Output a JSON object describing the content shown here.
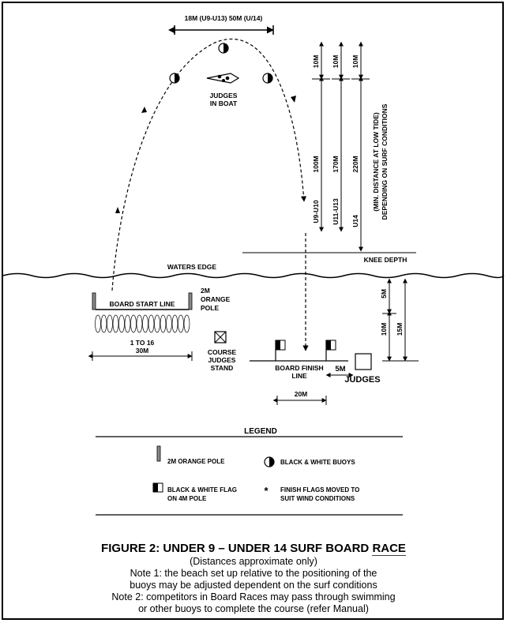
{
  "diagram": {
    "top_span_label": "18M (U9-U13) 50M (U/14)",
    "judges_in_boat": [
      "JUDGES",
      "IN BOAT"
    ],
    "dist_10m": "10M",
    "dist_100m": "100M",
    "dist_170m": "170M",
    "dist_220m": "220M",
    "u9_u10": "U9-U10",
    "u11_u13": "U11-U13",
    "u14": "U14",
    "min_distance": [
      "(MIN. DISTANCE AT LOW TIDE)",
      "DEPENDING ON SURF CONDITIONS"
    ],
    "knee_depth": "KNEE DEPTH",
    "waters_edge": "WATERS EDGE",
    "board_start_line": "BOARD START LINE",
    "orange_pole_label": [
      "2M",
      "ORANGE",
      "POLE"
    ],
    "competitors": [
      "1 TO 16",
      "30M"
    ],
    "course_judges_stand": [
      "COURSE",
      "JUDGES",
      "STAND"
    ],
    "board_finish_line": [
      "BOARD FINISH",
      "LINE"
    ],
    "five_m": "5M",
    "judges": "JUDGES",
    "twenty_m": "20M",
    "right_5m": "5M",
    "right_10m": "10M",
    "right_15m": "15M"
  },
  "legend": {
    "title": "LEGEND",
    "orange_pole": "2M ORANGE POLE",
    "buoys": "BLACK & WHITE BUOYS",
    "flag": [
      "BLACK & WHITE FLAG",
      "ON 4M POLE"
    ],
    "finish_flags": [
      "FINISH FLAGS MOVED TO",
      "SUIT WIND CONDITIONS"
    ]
  },
  "caption": {
    "title_main": "FIGURE 2: UNDER 9 – UNDER 14 SURF BOARD ",
    "title_race": "RACE",
    "subtitle": "(Distances approximate only)",
    "note1_a": "Note 1: the beach set up relative to the positioning of the",
    "note1_b": "buoys may be adjusted dependent on the surf conditions",
    "note2_a": "Note 2: competitors in Board Races may pass through swimming",
    "note2_b": "or other buoys to complete the course (refer Manual)"
  },
  "colors": {
    "pole": "#8a8a8a",
    "ink": "#000000",
    "link": "#1f3fa0"
  }
}
